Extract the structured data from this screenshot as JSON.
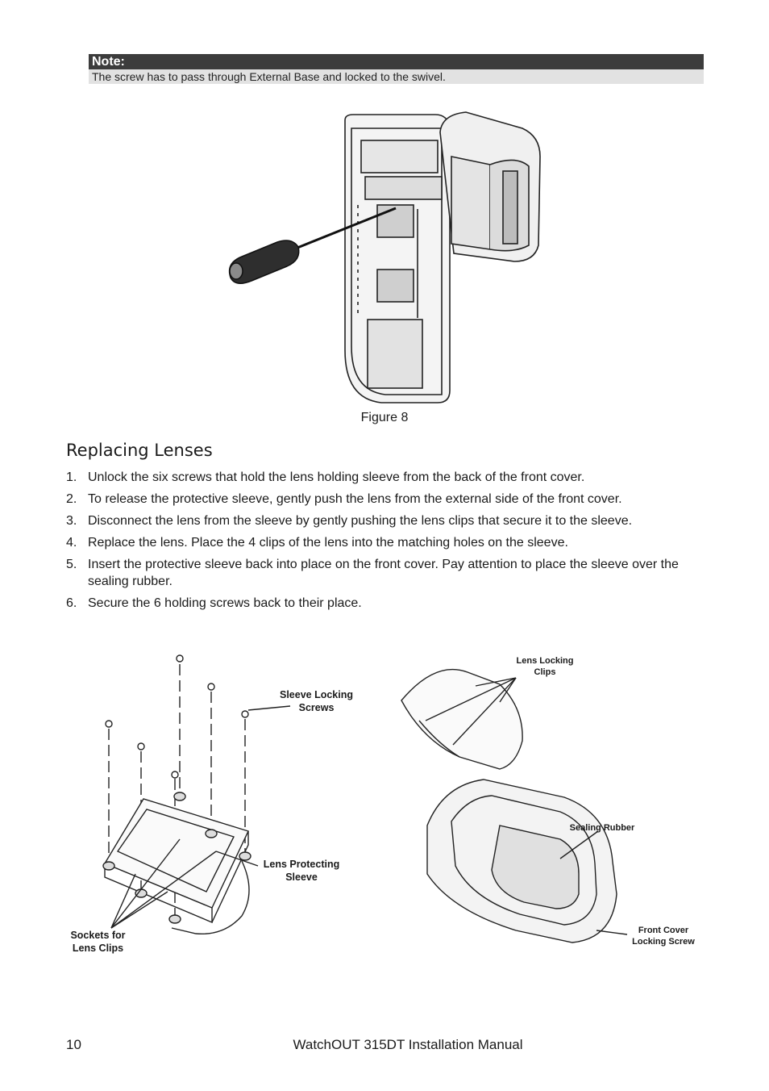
{
  "note": {
    "heading": "Note:",
    "text": "The screw has to pass through External Base and locked to the swivel."
  },
  "figure8": {
    "caption": "Figure 8"
  },
  "section": {
    "title": "Replacing Lenses"
  },
  "steps": [
    {
      "num": "1.",
      "text": "Unlock the six screws that hold the lens holding sleeve from the back of the front cover."
    },
    {
      "num": "2.",
      "text": "To release the protective sleeve, gently push the lens from the external side of the front cover."
    },
    {
      "num": "3.",
      "text": "Disconnect the lens from the sleeve by gently pushing the lens clips that secure it to the sleeve."
    },
    {
      "num": "4.",
      "text": "Replace the lens. Place the 4 clips of the lens into the matching holes on the sleeve."
    },
    {
      "num": "5.",
      "text": "Insert the protective sleeve back into place on the front cover. Pay attention to place the sleeve over the sealing rubber."
    },
    {
      "num": "6.",
      "text": "Secure the 6 holding screws back to their place."
    }
  ],
  "figure_left": {
    "sleeve_locking_screws_1": "Sleeve Locking",
    "sleeve_locking_screws_2": "Screws",
    "lens_protecting_sleeve_1": "Lens Protecting",
    "lens_protecting_sleeve_2": "Sleeve",
    "sockets_1": "Sockets for",
    "sockets_2": "Lens Clips"
  },
  "figure_right": {
    "lens_locking_clips_1": "Lens Locking",
    "lens_locking_clips_2": "Clips",
    "sealing_rubber": "Sealing Rubber",
    "front_cover_1": "Front Cover",
    "front_cover_2": "Locking Screw"
  },
  "footer": {
    "page_number": "10",
    "manual_title": "WatchOUT 315DT Installation Manual"
  }
}
